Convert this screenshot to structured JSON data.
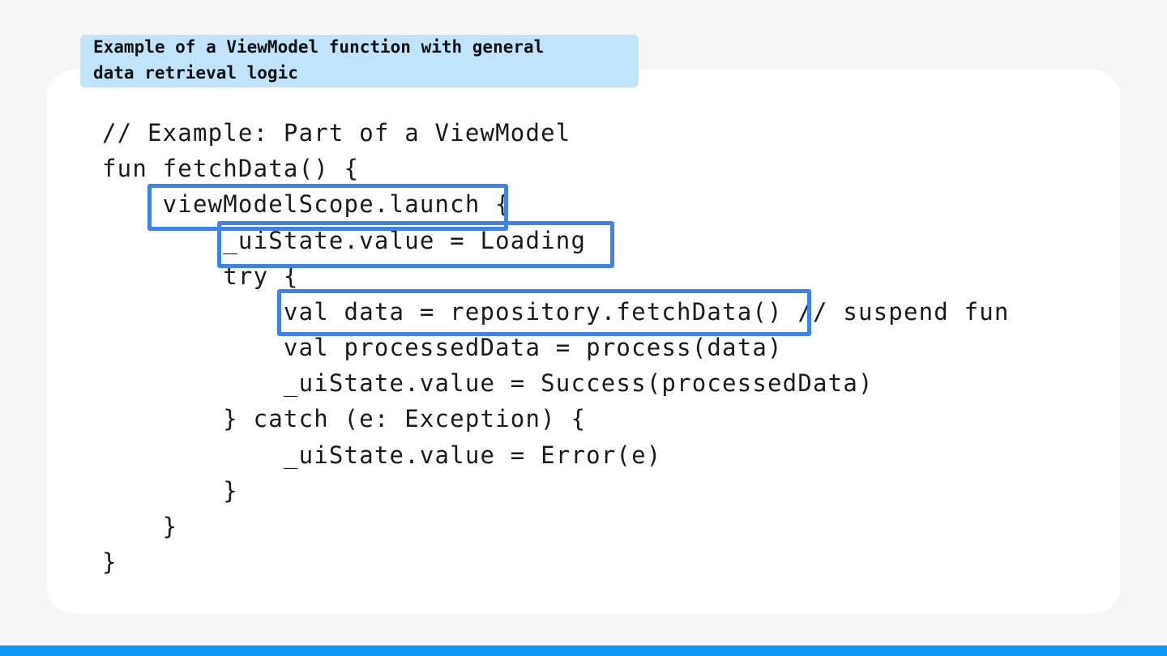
{
  "caption": {
    "line1": "Example of a ViewModel function with general",
    "line2": "data retrieval logic"
  },
  "code": {
    "lines": [
      "// Example: Part of a ViewModel",
      "fun fetchData() {",
      "    viewModelScope.launch {",
      "        _uiState.value = Loading",
      "        try {",
      "            val data = repository.fetchData() // suspend fun",
      "            val processedData = process(data)",
      "            _uiState.value = Success(processedData)",
      "        } catch (e: Exception) {",
      "            _uiState.value = Error(e)",
      "        }",
      "    }",
      "}"
    ]
  },
  "highlights": [
    "viewModelScope.launch",
    "_uiState.value = Loading",
    "val data = repository.fetchData()"
  ],
  "colors": {
    "background": "#f6f6f6",
    "card": "#ffffff",
    "caption_bg": "#bfe4fb",
    "highlight_border": "#3f83e8",
    "bottom_bar": "#0a99f2"
  }
}
